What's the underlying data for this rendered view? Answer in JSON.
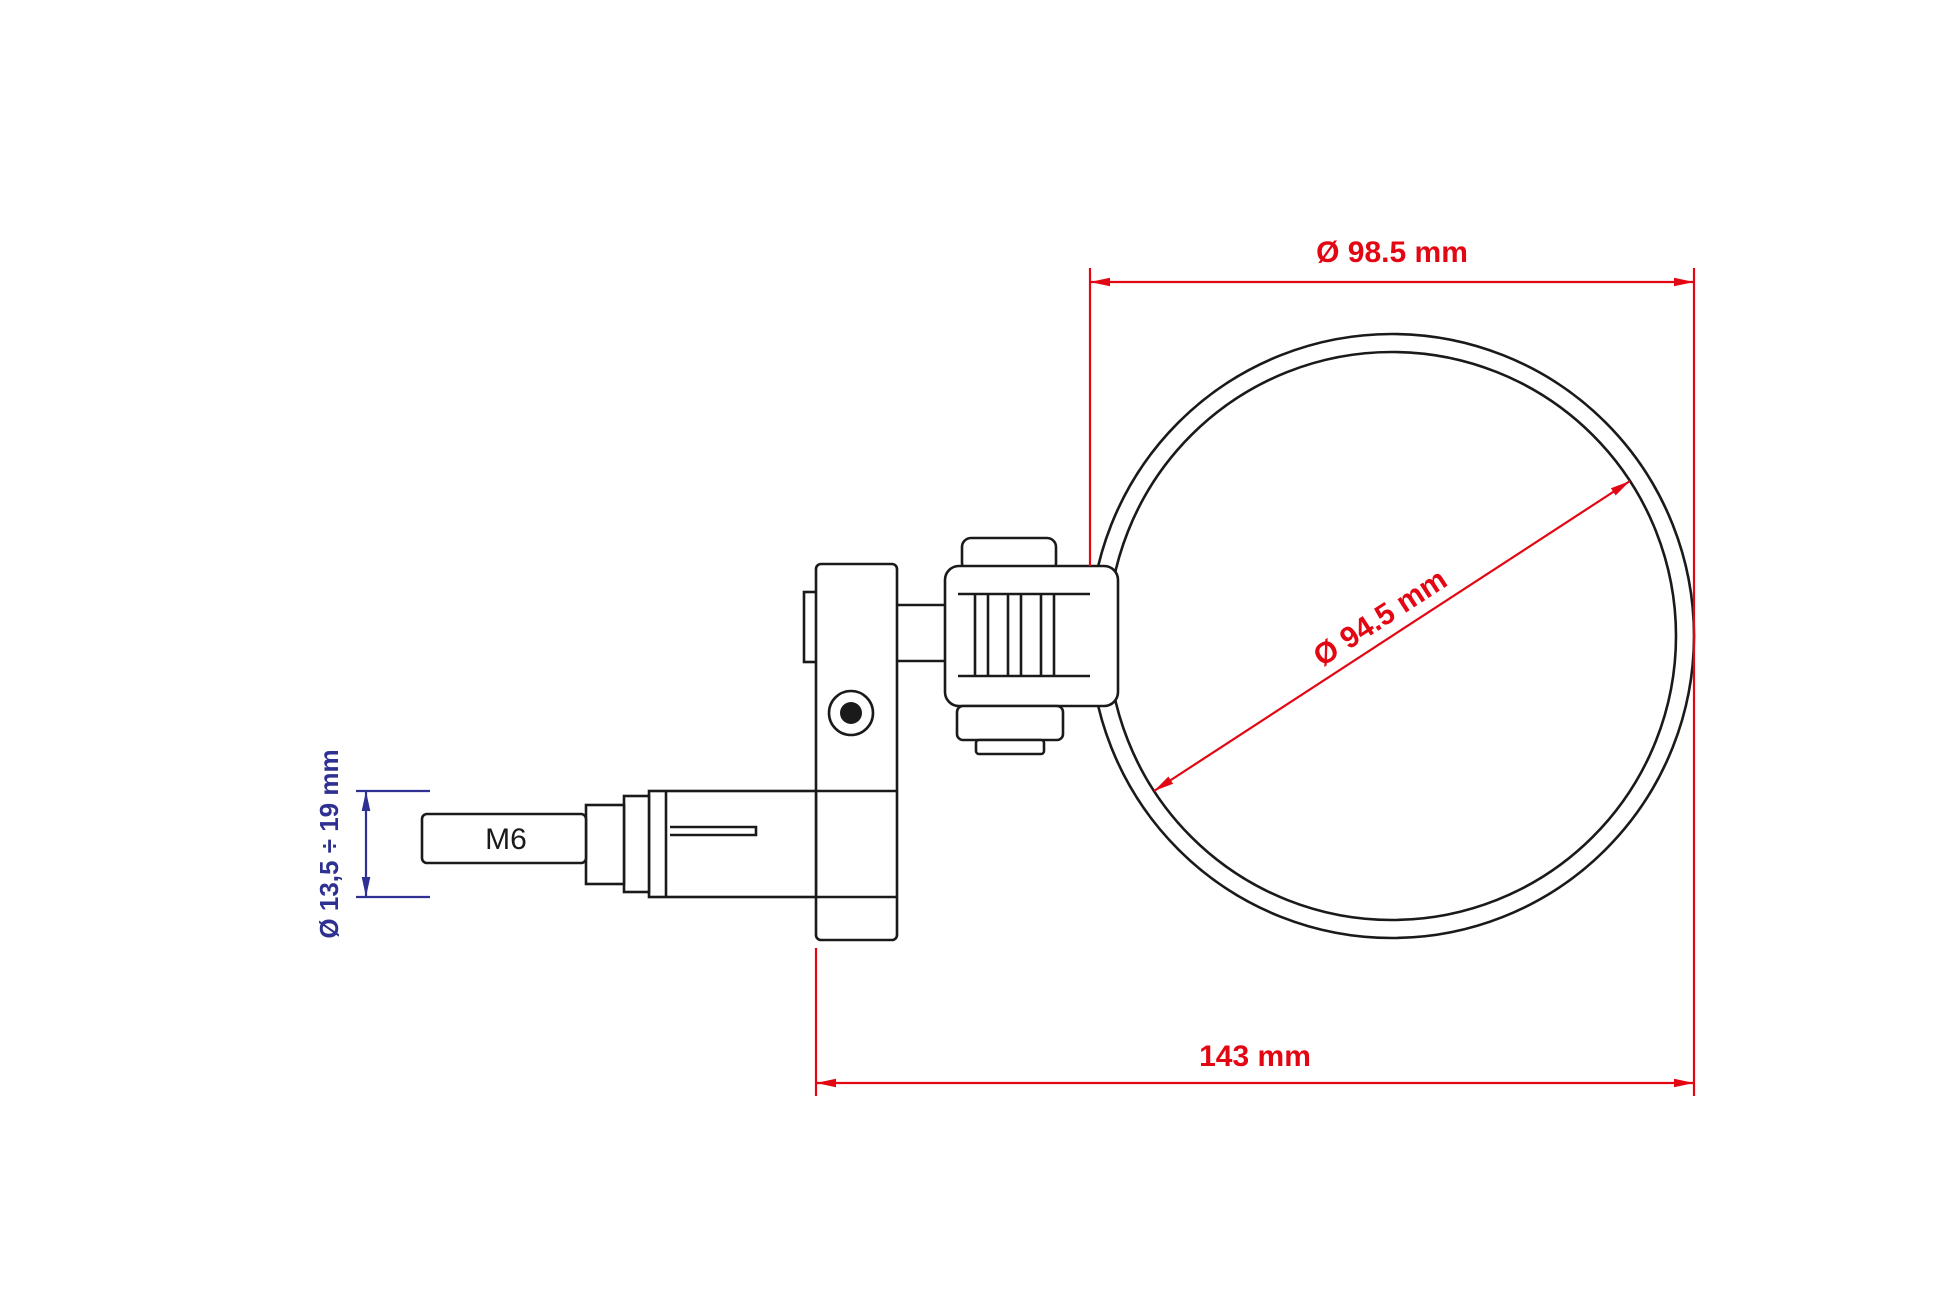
{
  "drawing": {
    "labels": {
      "outer_diameter": "Ø 98.5 mm",
      "glass_diameter": "Ø 94.5 mm",
      "overall_length": "143 mm",
      "clamp_range": "Ø 13,5 ÷ 19 mm",
      "thread": "M6"
    },
    "colors": {
      "dimension_red": "#e30613",
      "dimension_blue": "#2e3192",
      "outline_black": "#1a1a1a",
      "background": "#ffffff"
    }
  }
}
